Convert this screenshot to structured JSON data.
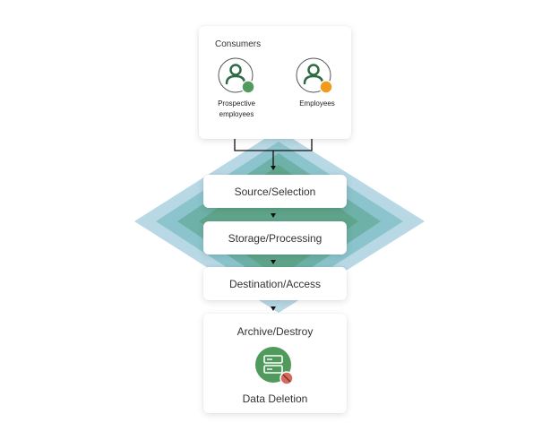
{
  "consumers": {
    "title": "Consumers",
    "people": [
      {
        "label_line1": "Prospective",
        "label_line2": "employees",
        "icon": "user-icon",
        "badge_color": "#4f9a5c"
      },
      {
        "label_line1": "Employees",
        "label_line2": "",
        "icon": "user-icon",
        "badge_color": "#f29a1b"
      }
    ]
  },
  "stages": [
    {
      "label": "Source/Selection"
    },
    {
      "label": "Storage/Processing"
    },
    {
      "label": "Destination/Access"
    }
  ],
  "archive": {
    "title": "Archive/Destroy",
    "icon": "server-delete-icon",
    "subtitle": "Data Deletion"
  },
  "colors": {
    "diamond_outer": "#b7d8e4",
    "diamond_mid": "#8cc4cd",
    "diamond_inner": "#6eb1a8",
    "diamond_core": "#5fa58b",
    "accent_green": "#4f9a5c",
    "accent_orange": "#f29a1b",
    "delete_red": "#d26a5e",
    "line": "#111111"
  }
}
